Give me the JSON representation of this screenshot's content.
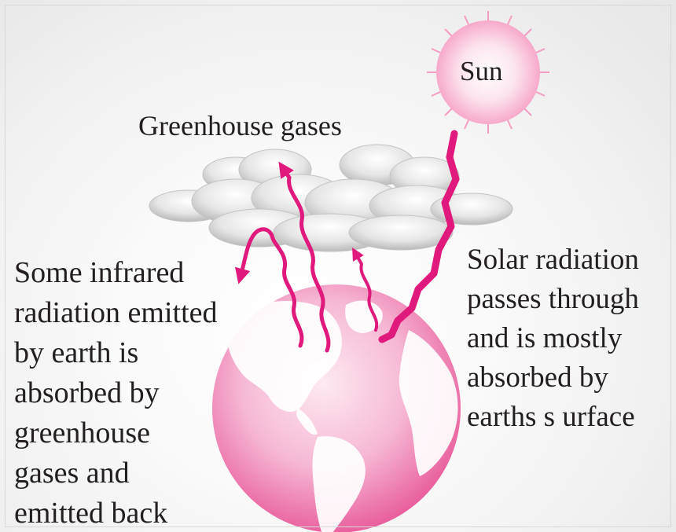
{
  "labels": {
    "sun": "Sun",
    "greenhouse_gases": "Greenhouse gases"
  },
  "left_text": [
    "Some infrared",
    "radiation emitted",
    "by earth is",
    "absorbed by",
    "greenhouse",
    "gases and",
    "emitted back"
  ],
  "right_text": [
    "Solar radiation",
    "passes through",
    "and is mostly",
    "absorbed by",
    "earths s urface"
  ],
  "colors": {
    "magenta": "#e0197d",
    "earth_pink": "#ef8ab8",
    "earth_light": "#fbe2ee",
    "sun_glow": "#f7b7d3",
    "cloud": "#d8d8d8",
    "background": "#f2f2f2"
  }
}
